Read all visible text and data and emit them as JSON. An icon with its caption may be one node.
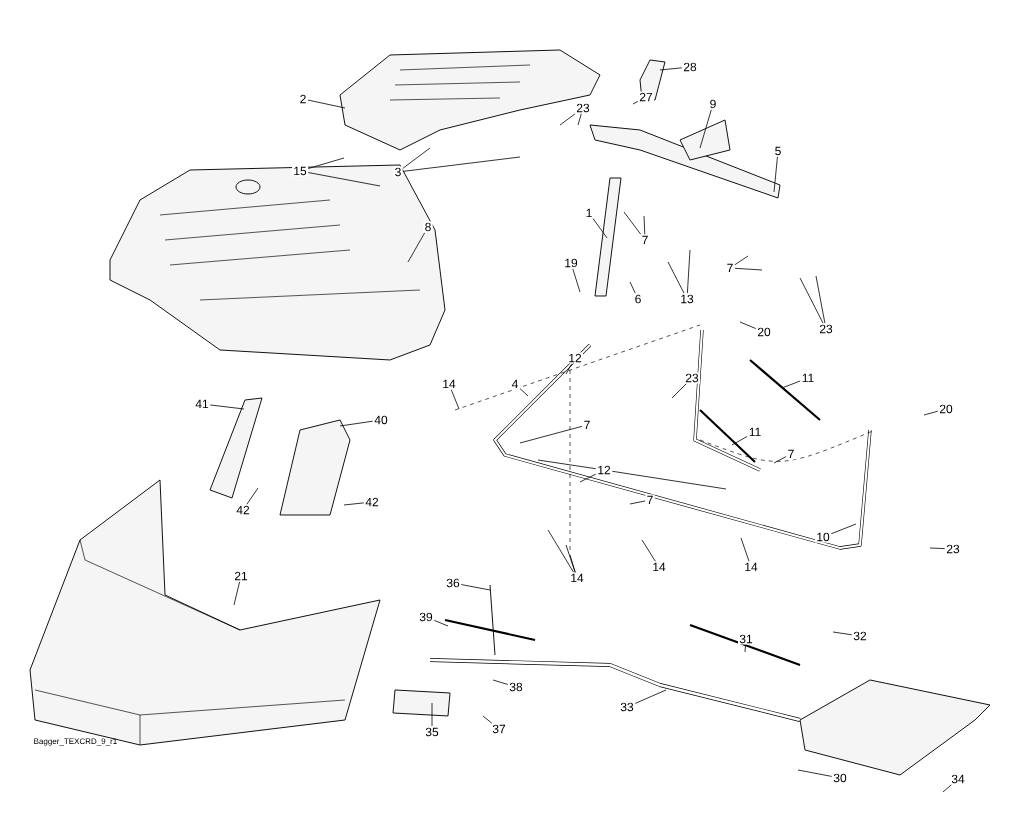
{
  "diagram": {
    "nodes": [
      {
        "text": [
          "2"
        ]
      },
      {
        "text": [
          "15"
        ]
      },
      {
        "text": [
          "3"
        ]
      },
      {
        "text": [
          "23"
        ]
      },
      {
        "text": [
          "28"
        ]
      },
      {
        "text": [
          "27"
        ]
      },
      {
        "text": [
          "9"
        ]
      },
      {
        "text": [
          "5"
        ]
      },
      {
        "text": [
          "8"
        ]
      },
      {
        "text": [
          "1"
        ]
      },
      {
        "text": [
          "7"
        ]
      },
      {
        "text": [
          "19"
        ]
      },
      {
        "text": [
          "6"
        ]
      },
      {
        "text": [
          "13"
        ]
      },
      {
        "text": [
          "7"
        ]
      },
      {
        "text": [
          "23"
        ]
      },
      {
        "text": [
          "20"
        ]
      },
      {
        "text": [
          "12"
        ]
      },
      {
        "text": [
          "14"
        ]
      },
      {
        "text": [
          "4"
        ]
      },
      {
        "text": [
          "23"
        ]
      },
      {
        "text": [
          "11"
        ]
      },
      {
        "text": [
          "41"
        ]
      },
      {
        "text": [
          "40"
        ]
      },
      {
        "text": [
          "7"
        ]
      },
      {
        "text": [
          "11"
        ]
      },
      {
        "text": [
          "20"
        ]
      },
      {
        "text": [
          "7"
        ]
      },
      {
        "text": [
          "12"
        ]
      },
      {
        "text": [
          "7"
        ]
      },
      {
        "text": [
          "42"
        ]
      },
      {
        "text": [
          "42"
        ]
      },
      {
        "text": [
          "14"
        ]
      },
      {
        "text": [
          "14"
        ]
      },
      {
        "text": [
          "14"
        ]
      },
      {
        "text": [
          "10"
        ]
      },
      {
        "text": [
          "23"
        ]
      },
      {
        "text": [
          "21"
        ]
      },
      {
        "text": [
          "36"
        ]
      },
      {
        "text": [
          "39"
        ]
      },
      {
        "text": [
          "31"
        ]
      },
      {
        "text": [
          "32"
        ]
      },
      {
        "text": [
          "38"
        ]
      },
      {
        "text": [
          "33"
        ]
      },
      {
        "text": [
          "35"
        ]
      },
      {
        "text": [
          "37"
        ]
      },
      {
        "text": [
          "30"
        ]
      },
      {
        "text": [
          "34"
        ]
      }
    ],
    "edges": [
      {
        "from": 0,
        "to": null,
        "arrow": "none"
      },
      {
        "from": 1,
        "to": null,
        "arrow": "none"
      },
      {
        "from": 1,
        "to": null,
        "arrow": "none"
      },
      {
        "from": 2,
        "to": null,
        "arrow": "none"
      },
      {
        "from": 2,
        "to": null,
        "arrow": "none"
      },
      {
        "from": 3,
        "to": null,
        "arrow": "none"
      },
      {
        "from": 3,
        "to": null,
        "arrow": "none"
      },
      {
        "from": 4,
        "to": null,
        "arrow": "none"
      },
      {
        "from": 5,
        "to": null,
        "arrow": "none"
      },
      {
        "from": 6,
        "to": null,
        "arrow": "none"
      },
      {
        "from": 7,
        "to": null,
        "arrow": "none"
      },
      {
        "from": 8,
        "to": null,
        "arrow": "none"
      },
      {
        "from": 9,
        "to": null,
        "arrow": "none"
      },
      {
        "from": 10,
        "to": null,
        "arrow": "none"
      },
      {
        "from": 10,
        "to": null,
        "arrow": "none"
      },
      {
        "from": 11,
        "to": null,
        "arrow": "none"
      },
      {
        "from": 12,
        "to": null,
        "arrow": "none"
      },
      {
        "from": 13,
        "to": null,
        "arrow": "none"
      },
      {
        "from": 13,
        "to": null,
        "arrow": "none"
      },
      {
        "from": 14,
        "to": null,
        "arrow": "none"
      },
      {
        "from": 14,
        "to": null,
        "arrow": "none"
      },
      {
        "from": 15,
        "to": null,
        "arrow": "none"
      },
      {
        "from": 15,
        "to": null,
        "arrow": "none"
      },
      {
        "from": 16,
        "to": null,
        "arrow": "none"
      },
      {
        "from": 17,
        "to": null,
        "arrow": "none"
      },
      {
        "from": 18,
        "to": null,
        "arrow": "none"
      },
      {
        "from": 19,
        "to": null,
        "arrow": "none"
      },
      {
        "from": 20,
        "to": null,
        "arrow": "none"
      },
      {
        "from": 21,
        "to": null,
        "arrow": "none"
      },
      {
        "from": 22,
        "to": null,
        "arrow": "none"
      },
      {
        "from": 23,
        "to": null,
        "arrow": "none"
      },
      {
        "from": 24,
        "to": null,
        "arrow": "none"
      },
      {
        "from": 25,
        "to": null,
        "arrow": "none"
      },
      {
        "from": 26,
        "to": null,
        "arrow": "none"
      },
      {
        "from": 27,
        "to": null,
        "arrow": "none"
      },
      {
        "from": 28,
        "to": null,
        "arrow": "none"
      },
      {
        "from": 28,
        "to": null,
        "arrow": "none"
      },
      {
        "from": 28,
        "to": null,
        "arrow": "none"
      },
      {
        "from": 29,
        "to": null,
        "arrow": "none"
      },
      {
        "from": 30,
        "to": null,
        "arrow": "none"
      },
      {
        "from": 31,
        "to": null,
        "arrow": "none"
      },
      {
        "from": 32,
        "to": null,
        "arrow": "none"
      },
      {
        "from": 32,
        "to": null,
        "arrow": "none"
      },
      {
        "from": 32,
        "to": null,
        "arrow": "none"
      },
      {
        "from": 33,
        "to": null,
        "arrow": "none"
      },
      {
        "from": 34,
        "to": null,
        "arrow": "none"
      },
      {
        "from": 35,
        "to": null,
        "arrow": "none"
      },
      {
        "from": 36,
        "to": null,
        "arrow": "none"
      },
      {
        "from": 37,
        "to": null,
        "arrow": "none"
      },
      {
        "from": 38,
        "to": null,
        "arrow": "none"
      },
      {
        "from": 39,
        "to": null,
        "arrow": "none"
      },
      {
        "from": 40,
        "to": null,
        "arrow": "none"
      },
      {
        "from": 41,
        "to": null,
        "arrow": "none"
      },
      {
        "from": 42,
        "to": null,
        "arrow": "none"
      },
      {
        "from": 43,
        "to": null,
        "arrow": "none"
      },
      {
        "from": 44,
        "to": null,
        "arrow": "none"
      },
      {
        "from": 45,
        "to": null,
        "arrow": "none"
      },
      {
        "from": 46,
        "to": null,
        "arrow": "none"
      },
      {
        "from": 47,
        "to": null,
        "arrow": "none"
      }
    ],
    "labels": [
      "Bagger_TEXCRD_9_r1"
    ]
  }
}
